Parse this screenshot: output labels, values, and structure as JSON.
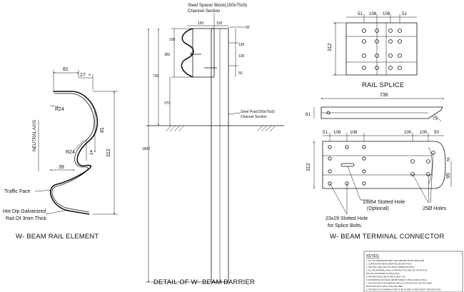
{
  "rail_element": {
    "title": "W- BEAM RAIL ELEMENT",
    "dims": {
      "d81_top": "81",
      "d27": "27",
      "d81_right": "81",
      "d312": "312",
      "d14": "14",
      "d39": "39"
    },
    "radius_top": "R24",
    "radius_mid": "R24",
    "neutral_axis": "NEUTRAL AXIS",
    "traffic_face": "Traffic Face",
    "galv_line1": "Hot Dip Galvanized",
    "galv_line2": "Rail Of 3mm Thick"
  },
  "barrier": {
    "title": "DETAIL OF W- BEAM BARRIER",
    "spacer_line1": "Steel Spacer Block(150x75x5)",
    "spacer_line2": "Channel Section",
    "post_line1": "Steel Post(150x75x5)",
    "post_line2": "Channel Section",
    "dims": {
      "d150a": "150",
      "d150b": "150",
      "d50top": "50",
      "d150v": "150",
      "d360": "360",
      "d730": "730",
      "d370": "370",
      "d1800": "1800",
      "d130a": "130",
      "d130b": "130",
      "d50r": "50"
    }
  },
  "splice": {
    "title": "RAIL SPLICE",
    "dims": {
      "d51a": "51",
      "d108a": "108",
      "d108b": "108",
      "d51b": "51",
      "d312": "312"
    }
  },
  "terminal": {
    "title": "W- BEAM TERMINAL CONNECTOR",
    "dims": {
      "d736": "736",
      "d81": "81",
      "d75": "75",
      "d51": "51",
      "d108a": "108",
      "d108b": "108",
      "d100a": "100",
      "d100b": "100",
      "d50": "50",
      "d312": "312",
      "d95": "95",
      "d50v": "50"
    },
    "slot_line1": "19x64 Slotted Hole",
    "slot_line2": "(Optional)",
    "splice_slot_line1": "23x29 Slotted Hole",
    "splice_slot_line2": "for Splice Bolts.",
    "holes": "25Ø Holes"
  },
  "notes": {
    "heading": "NOTES:",
    "lines": [
      "1. ALL THE DIMENSIONS ARE IN MILLIMETRE UNLESS SPECIFIED.",
      "2. CORRUGATED METAL BEAM RAIL BE MAX THICK.",
      "3. THE RAIL SHALL BE COLD ROLL FORMED SECTION.",
      "4. ALL THE MATERIAL SHALL CONFORM TO IS 2062 (GR. FE 410 W-A).",
      "   HOT DIP GALVANIZED TO 550 gm/Sqm.",
      "5. SPACERS SHALL BE AS PER IS 2062 / 1S3.",
      "6. WOODEN BLOCKS SHALL BE PROVIDED AT 150mmx100mmx75mm.",
      "7. FOR SPLICING THE W-BEAM AT EACH LOCATION 8 NOS. BUTTON HEAD",
      "   BOLTS M16 18mm LONG SHALL BE USED.",
      "8. THE ENDS OF GUARDRAILS ARE TO BE FLARED AS PER SAFETY SPECIFICATION."
    ]
  }
}
